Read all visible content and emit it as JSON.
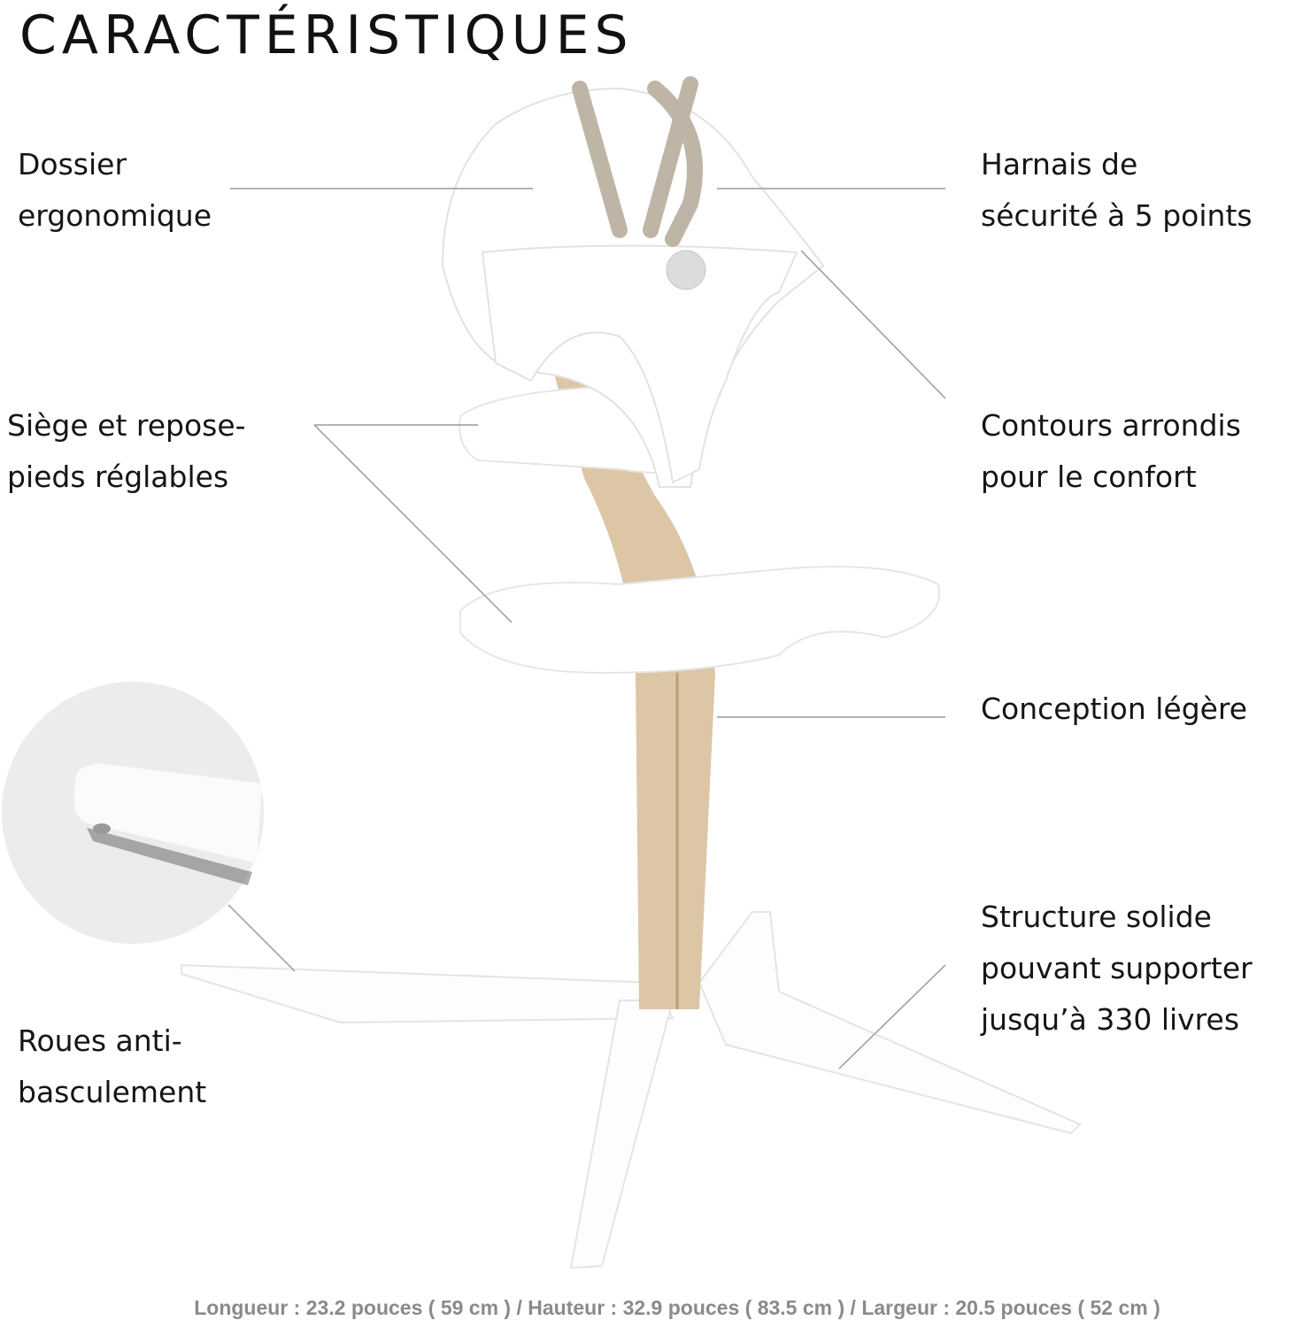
{
  "title": "CARACTÉRISTIQUES",
  "features": {
    "backrest": [
      "Dossier",
      "ergonomique"
    ],
    "harness": [
      "Harnais de",
      "sécurité à 5 points"
    ],
    "seat": [
      "Siège et repose-",
      "pieds réglables"
    ],
    "contours": [
      "Contours arrondis",
      "pour le confort"
    ],
    "lightweight": [
      "Conception légère"
    ],
    "structure": [
      "Structure solide",
      "pouvant supporter",
      "jusqu’à 330 livres"
    ],
    "wheels": [
      "Roues anti-",
      "basculement"
    ]
  },
  "dimensions": "Longueur : 23.2 pouces ( 59 cm ) / Hauteur : 32.9 pouces ( 83.5 cm ) / Largeur : 20.5 pouces ( 52 cm )",
  "colors": {
    "leader_line": "#9a9a9a",
    "wood": "#d9c3a3",
    "strap": "#bfb5a6",
    "footer": "#8a8a8a"
  }
}
